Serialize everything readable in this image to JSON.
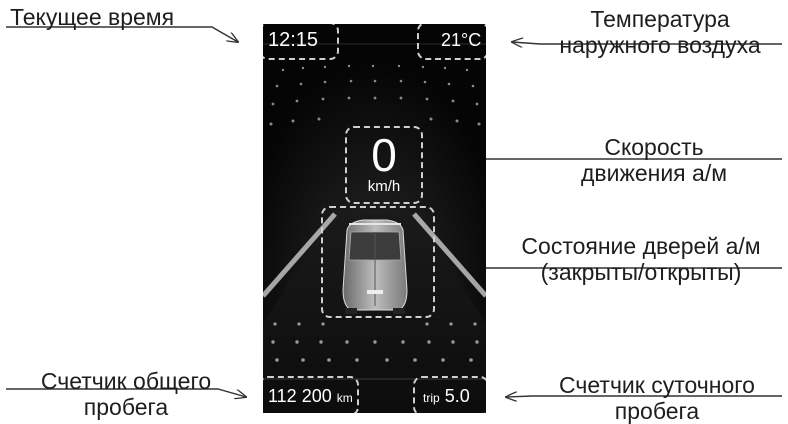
{
  "display": {
    "time": "12:15",
    "outside_temperature": "21°C",
    "speed_value": "0",
    "speed_unit": "km/h",
    "odometer_value": "112 200",
    "odometer_unit": "km",
    "trip_label": "trip",
    "trip_value": "5.0"
  },
  "callouts": {
    "current_time": "Текущее время",
    "outside_temp_line1": "Температура",
    "outside_temp_line2": "наружного воздуха",
    "speed_line1": "Скорость",
    "speed_line2": "движения а/м",
    "doors_line1": "Состояние дверей а/м",
    "doors_line2": "(закрыты/открыты)",
    "odometer_line1": "Счетчик общего",
    "odometer_line2": "пробега",
    "trip_line1": "Счетчик суточного",
    "trip_line2": "пробега"
  },
  "colors": {
    "screen_background": "#050505",
    "reading_text": "#ffffff",
    "callout_dash": "#cfcfcf",
    "leader_line": "#333333"
  },
  "icons": [
    "van-icon",
    "arrow-right-icon",
    "arrow-left-icon"
  ]
}
